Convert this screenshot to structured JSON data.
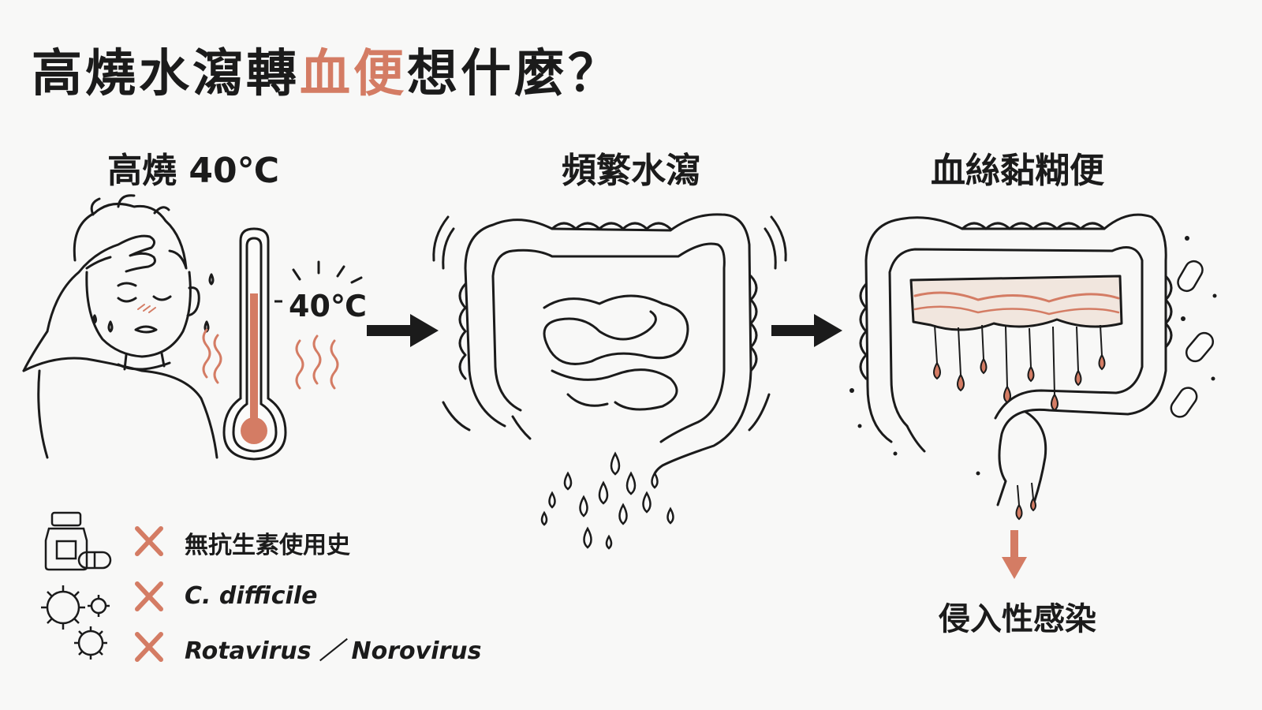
{
  "title": {
    "part1": "高燒水瀉轉",
    "part2": "血便",
    "part3": "想什麼？"
  },
  "panels": [
    {
      "heading": "高燒 40℃"
    },
    {
      "heading": "頻繁水瀉"
    },
    {
      "heading": "血絲黏糊便"
    }
  ],
  "thermometer": {
    "label": "40℃"
  },
  "exclusions": [
    {
      "label": "無抗生素使用史",
      "icon": "medicine-bottle-pill-icon"
    },
    {
      "label": "C. difficile",
      "icon": "virus-icon"
    },
    {
      "label": "Rotavirus ／ Norovirus",
      "icon": "virus-icon"
    }
  ],
  "result": {
    "label": "侵入性感染"
  },
  "colors": {
    "accent": "#d47c64",
    "ink": "#1b1b1b",
    "background": "#f8f8f7"
  }
}
